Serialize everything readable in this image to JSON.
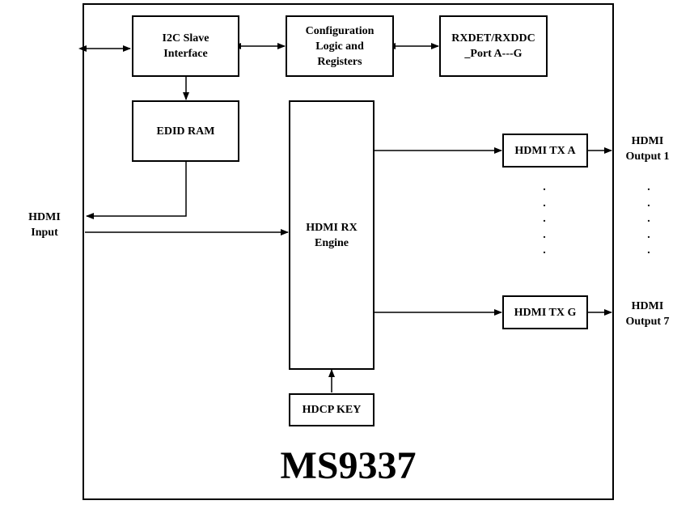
{
  "chip": {
    "name": "MS9337"
  },
  "blocks": {
    "i2c": "I2C Slave\nInterface",
    "config": "Configuration\nLogic and\nRegisters",
    "rxdet": "RXDET/RXDDC\n_Port A---G",
    "edid": "EDID RAM",
    "rx_engine": "HDMI RX\nEngine",
    "tx_a": "HDMI TX A",
    "tx_g": "HDMI TX G",
    "hdcp": "HDCP KEY"
  },
  "labels": {
    "input": "HDMI\nInput",
    "output_1": "HDMI\nOutput 1",
    "output_7": "HDMI\nOutput 7",
    "ellipsis_tx": ".\n.\n.\n.\n.",
    "ellipsis_out": ".\n.\n.\n.\n."
  }
}
